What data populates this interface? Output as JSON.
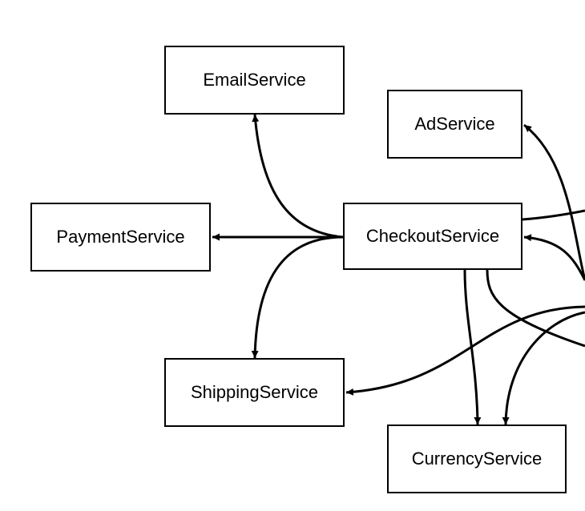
{
  "diagram": {
    "nodes": {
      "email": "EmailService",
      "ad": "AdService",
      "payment": "PaymentService",
      "checkout": "CheckoutService",
      "shipping": "ShippingService",
      "currency": "CurrencyService"
    },
    "edges": [
      {
        "from": "CheckoutService",
        "to": "EmailService"
      },
      {
        "from": "CheckoutService",
        "to": "PaymentService"
      },
      {
        "from": "CheckoutService",
        "to": "ShippingService"
      },
      {
        "from": "CheckoutService",
        "to": "CurrencyService"
      },
      {
        "from": "(off-canvas)",
        "to": "AdService"
      },
      {
        "from": "(off-canvas)",
        "to": "CheckoutService"
      },
      {
        "from": "(off-canvas)",
        "to": "ShippingService"
      },
      {
        "from": "(off-canvas)",
        "to": "CurrencyService"
      }
    ],
    "colors": {
      "stroke": "#000000",
      "background": "#ffffff"
    }
  }
}
